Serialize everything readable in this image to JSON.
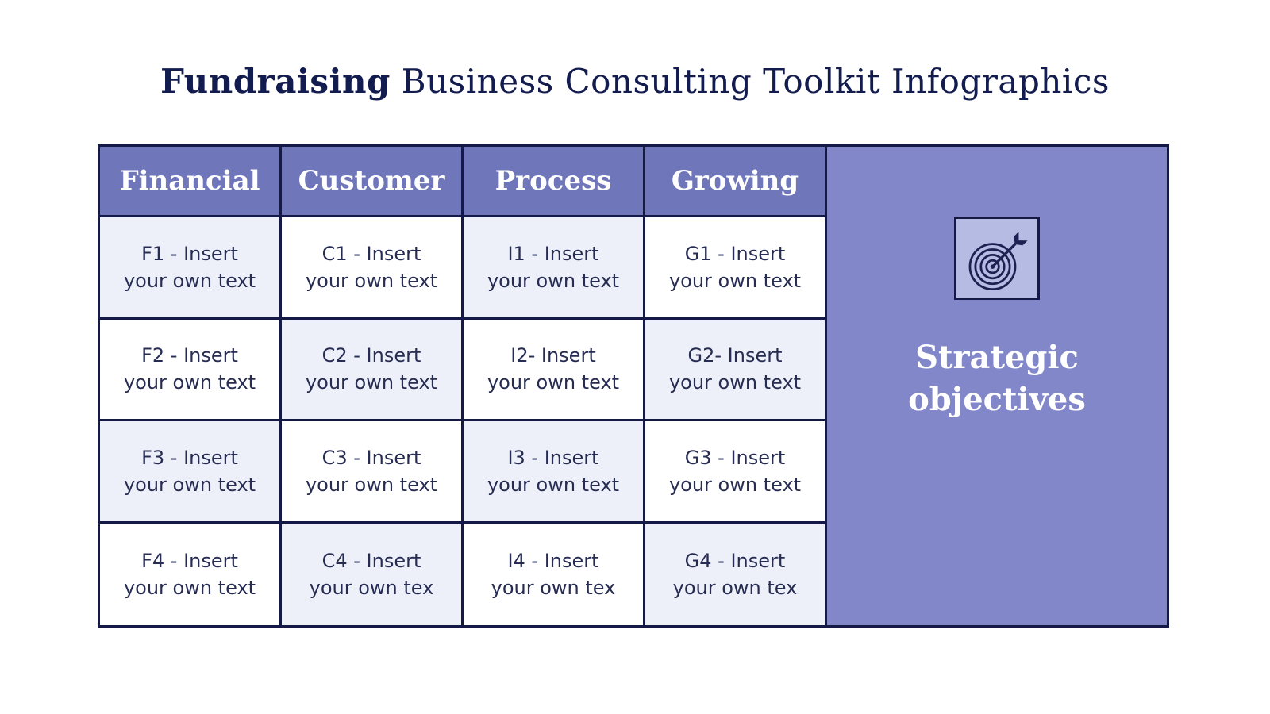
{
  "title": {
    "emphasis": "Fundraising",
    "rest": " Business Consulting Toolkit Infographics"
  },
  "table": {
    "headers": [
      "Financial",
      "Customer",
      "Process",
      "Growing"
    ],
    "rows": [
      [
        "F1 - Insert\nyour own text",
        "C1 - Insert\nyour own text",
        "I1 - Insert\nyour own text",
        "G1 - Insert\nyour own text"
      ],
      [
        "F2 - Insert\nyour own text",
        "C2 - Insert\nyour own text",
        "I2- Insert\nyour own text",
        "G2- Insert\nyour own text"
      ],
      [
        "F3 - Insert\nyour own text",
        "C3 - Insert\nyour own text",
        "I3 - Insert\nyour own text",
        "G3 - Insert\nyour own text"
      ],
      [
        "F4 - Insert\nyour own text",
        "C4 - Insert\nyour own tex",
        "I4 - Insert\nyour own tex",
        "G4 - Insert\nyour own tex"
      ]
    ]
  },
  "panel": {
    "title": "Strategic\nobjectives",
    "icon": "target-arrow-icon"
  },
  "colors": {
    "title_text": "#131c4e",
    "header_bg": "#6f76ba",
    "header_text": "#ffffff",
    "cell_bg_light": "#eef0f9",
    "cell_bg_white": "#ffffff",
    "cell_text": "#272c52",
    "border": "#141a45",
    "panel_bg": "#8187c9",
    "icon_tile_bg": "#b6bbe3",
    "icon_stroke": "#1b2150",
    "panel_text": "#ffffff"
  }
}
